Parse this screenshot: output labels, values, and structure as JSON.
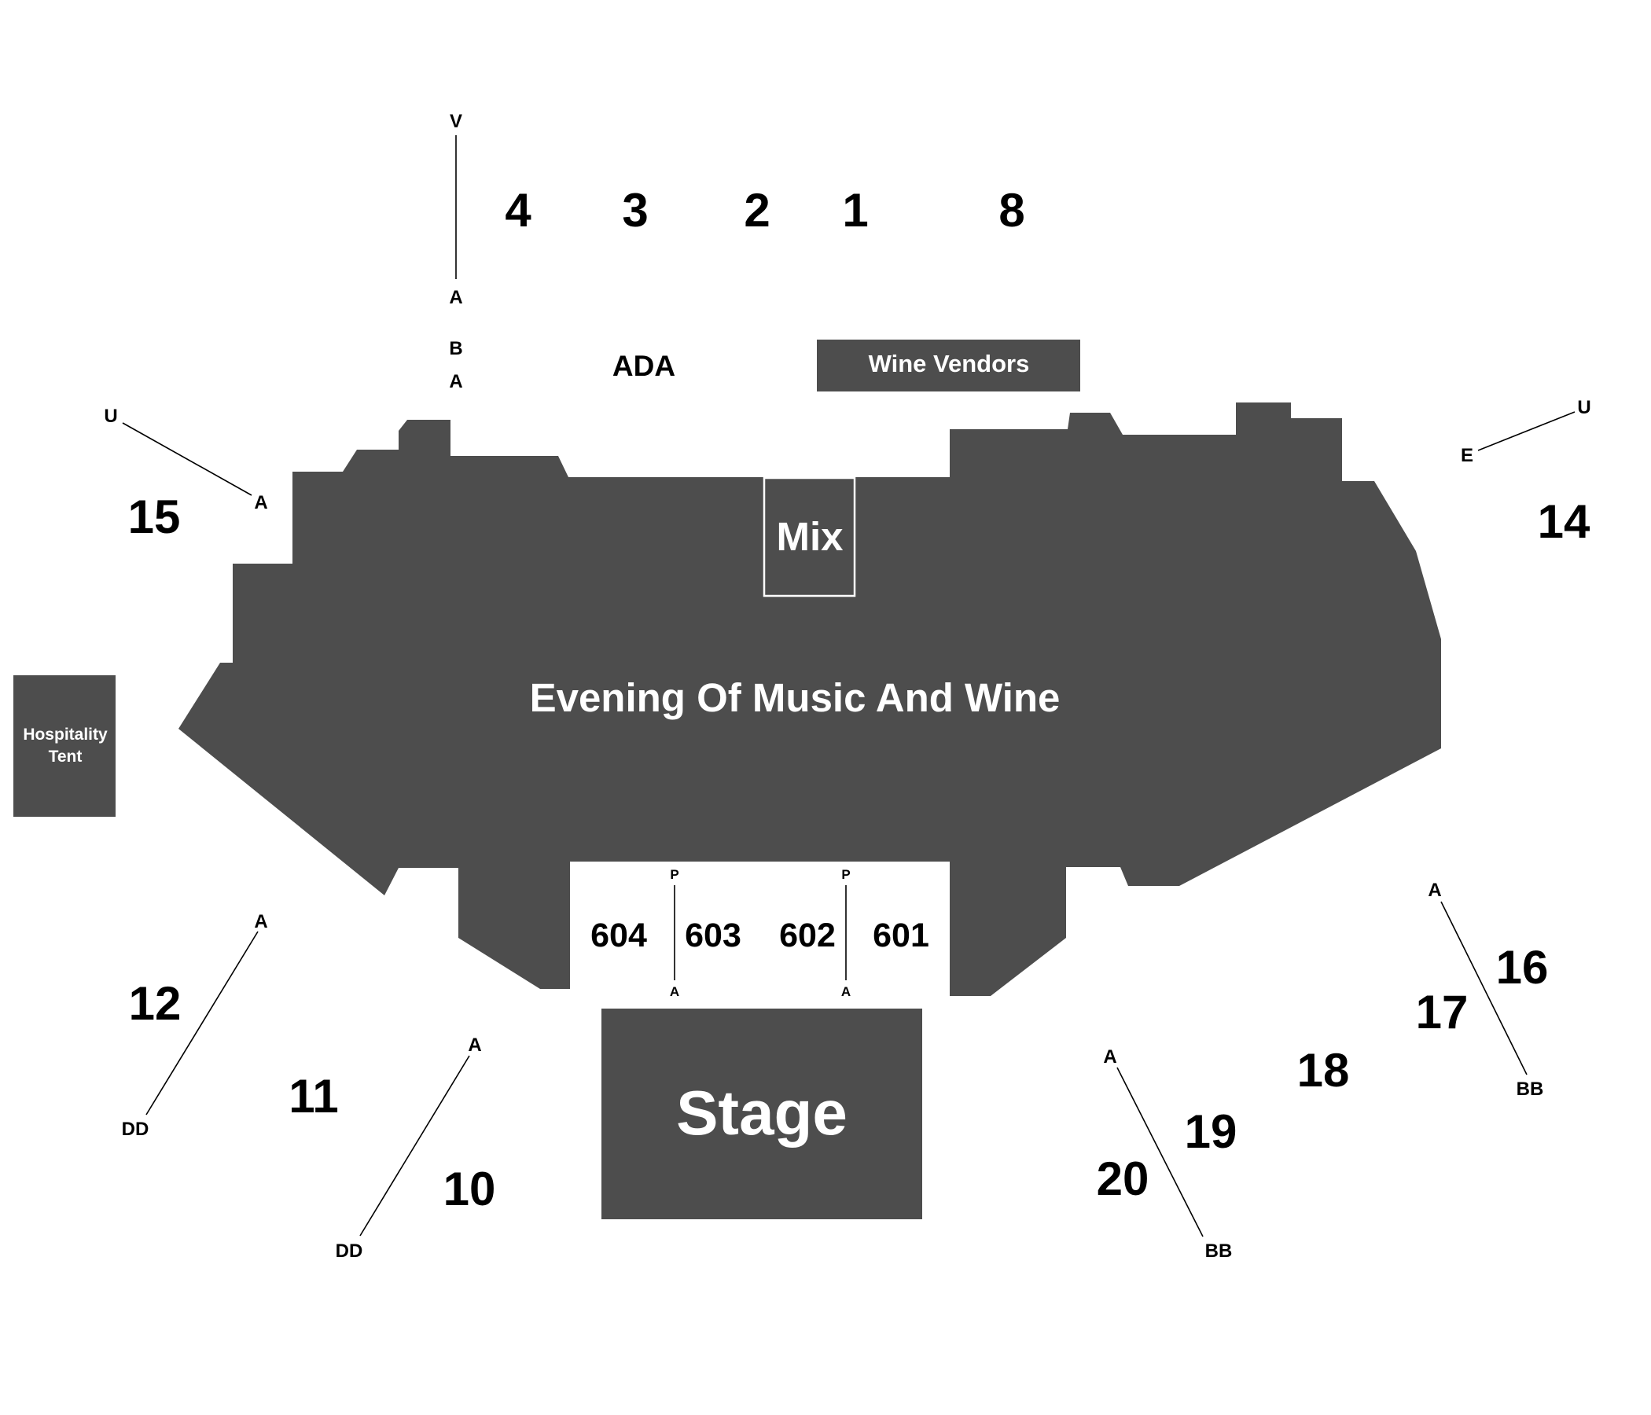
{
  "map": {
    "title": "Evening Of Music And Wine",
    "stage": "Stage",
    "mix": "Mix",
    "wine_vendors": "Wine Vendors",
    "hospitality_tent": [
      "Hospitality",
      "Tent"
    ],
    "ada": "ADA"
  },
  "sections": {
    "s1": "1",
    "s2": "2",
    "s3": "3",
    "s4": "4",
    "s8": "8",
    "s10": "10",
    "s11": "11",
    "s12": "12",
    "s14": "14",
    "s15": "15",
    "s16": "16",
    "s17": "17",
    "s18": "18",
    "s19": "19",
    "s20": "20",
    "s601": "601",
    "s602": "602",
    "s603": "603",
    "s604": "604"
  },
  "rows": {
    "top_start": "V",
    "top_end": "A",
    "top_b": "B",
    "top_a2": "A",
    "s15_start": "U",
    "s15_end": "A",
    "s14_start": "U",
    "s14_end": "E",
    "s12_start": "A",
    "s12_end": "DD",
    "s10_start": "A",
    "s10_end": "DD",
    "s16_start": "A",
    "s16_end": "BB",
    "s20_start": "A",
    "s20_end": "BB",
    "pit_left_start": "P",
    "pit_left_end": "A",
    "pit_right_start": "P",
    "pit_right_end": "A"
  },
  "colors": {
    "venue_fill": "#4d4d4d",
    "text": "#000000",
    "label_on_dark": "#ffffff",
    "background": "#ffffff"
  }
}
